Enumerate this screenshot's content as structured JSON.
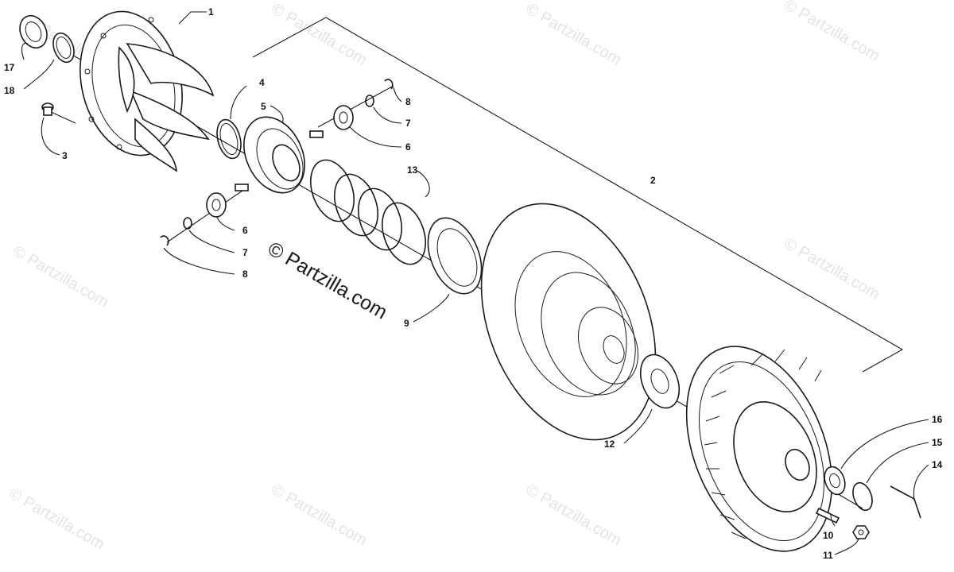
{
  "watermark": {
    "text": "© Partzilla.com",
    "color": "#e4e4e4"
  },
  "brand_mark": {
    "text": "© Partzilla.com"
  },
  "callouts": {
    "c1": "1",
    "c2": "2",
    "c3": "3",
    "c4": "4",
    "c5": "5",
    "c6a": "6",
    "c6b": "6",
    "c7a": "7",
    "c7b": "7",
    "c8a": "8",
    "c8b": "8",
    "c9": "9",
    "c10": "10",
    "c11": "11",
    "c12": "12",
    "c13": "13",
    "c14": "14",
    "c15": "15",
    "c16": "16",
    "c17": "17",
    "c18": "18"
  },
  "parts": [
    {
      "number": "1",
      "name": "spider-cam-icon"
    },
    {
      "number": "2",
      "name": "driven-clutch-assembly"
    },
    {
      "number": "3",
      "name": "screw-icon"
    },
    {
      "number": "4",
      "name": "snap-ring-icon"
    },
    {
      "number": "5",
      "name": "spring-cup-icon"
    },
    {
      "number": "6",
      "name": "roller-icon"
    },
    {
      "number": "7",
      "name": "washer-icon"
    },
    {
      "number": "8",
      "name": "e-clip-icon"
    },
    {
      "number": "9",
      "name": "seal-ring-icon"
    },
    {
      "number": "10",
      "name": "pin-icon"
    },
    {
      "number": "11",
      "name": "nut-icon"
    },
    {
      "number": "12",
      "name": "washer-icon"
    },
    {
      "number": "13",
      "name": "spring-icon"
    },
    {
      "number": "14",
      "name": "key-icon"
    },
    {
      "number": "15",
      "name": "snap-ring-icon"
    },
    {
      "number": "16",
      "name": "washer-icon"
    },
    {
      "number": "17",
      "name": "washer-icon"
    },
    {
      "number": "18",
      "name": "washer-icon"
    }
  ]
}
